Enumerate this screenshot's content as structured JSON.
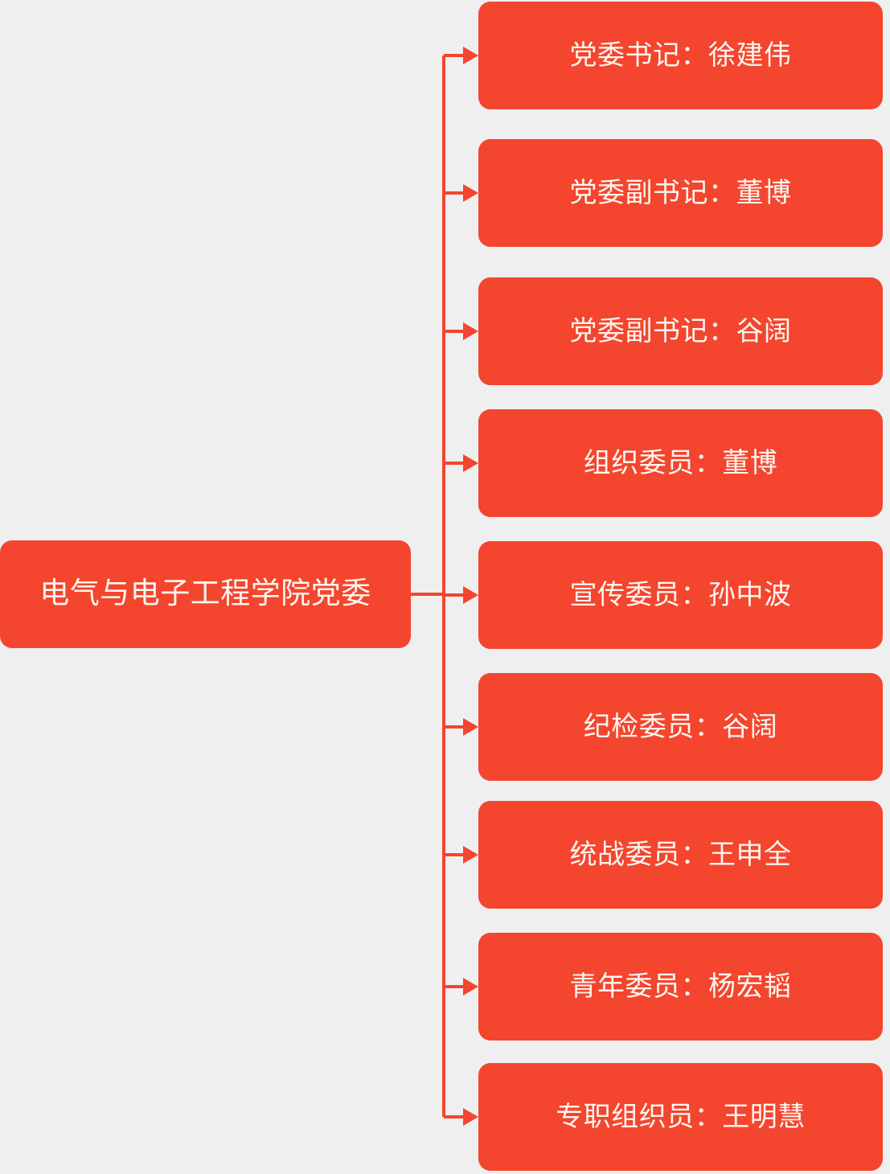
{
  "diagram": {
    "type": "org-chart",
    "orientation": "left-to-right",
    "background_color": "#efeff0",
    "node_color": "#f4452e",
    "node_text_color": "#fdf6ef",
    "connector_color": "#f4452e",
    "root": {
      "label": "电气与电子工程学院党委"
    },
    "children": [
      {
        "label": "党委书记：徐建伟",
        "role": "党委书记",
        "name": "徐建伟"
      },
      {
        "label": "党委副书记：董博",
        "role": "党委副书记",
        "name": "董博"
      },
      {
        "label": "党委副书记：谷阔",
        "role": "党委副书记",
        "name": "谷阔"
      },
      {
        "label": "组织委员：董博",
        "role": "组织委员",
        "name": "董博"
      },
      {
        "label": "宣传委员：孙中波",
        "role": "宣传委员",
        "name": "孙中波"
      },
      {
        "label": "纪检委员：谷阔",
        "role": "纪检委员",
        "name": "谷阔"
      },
      {
        "label": "统战委员：王申全",
        "role": "统战委员",
        "name": "王申全"
      },
      {
        "label": "青年委员：杨宏韬",
        "role": "青年委员",
        "name": "杨宏韬"
      },
      {
        "label": "专职组织员：王明慧",
        "role": "专职组织员",
        "name": "王明慧"
      }
    ]
  }
}
